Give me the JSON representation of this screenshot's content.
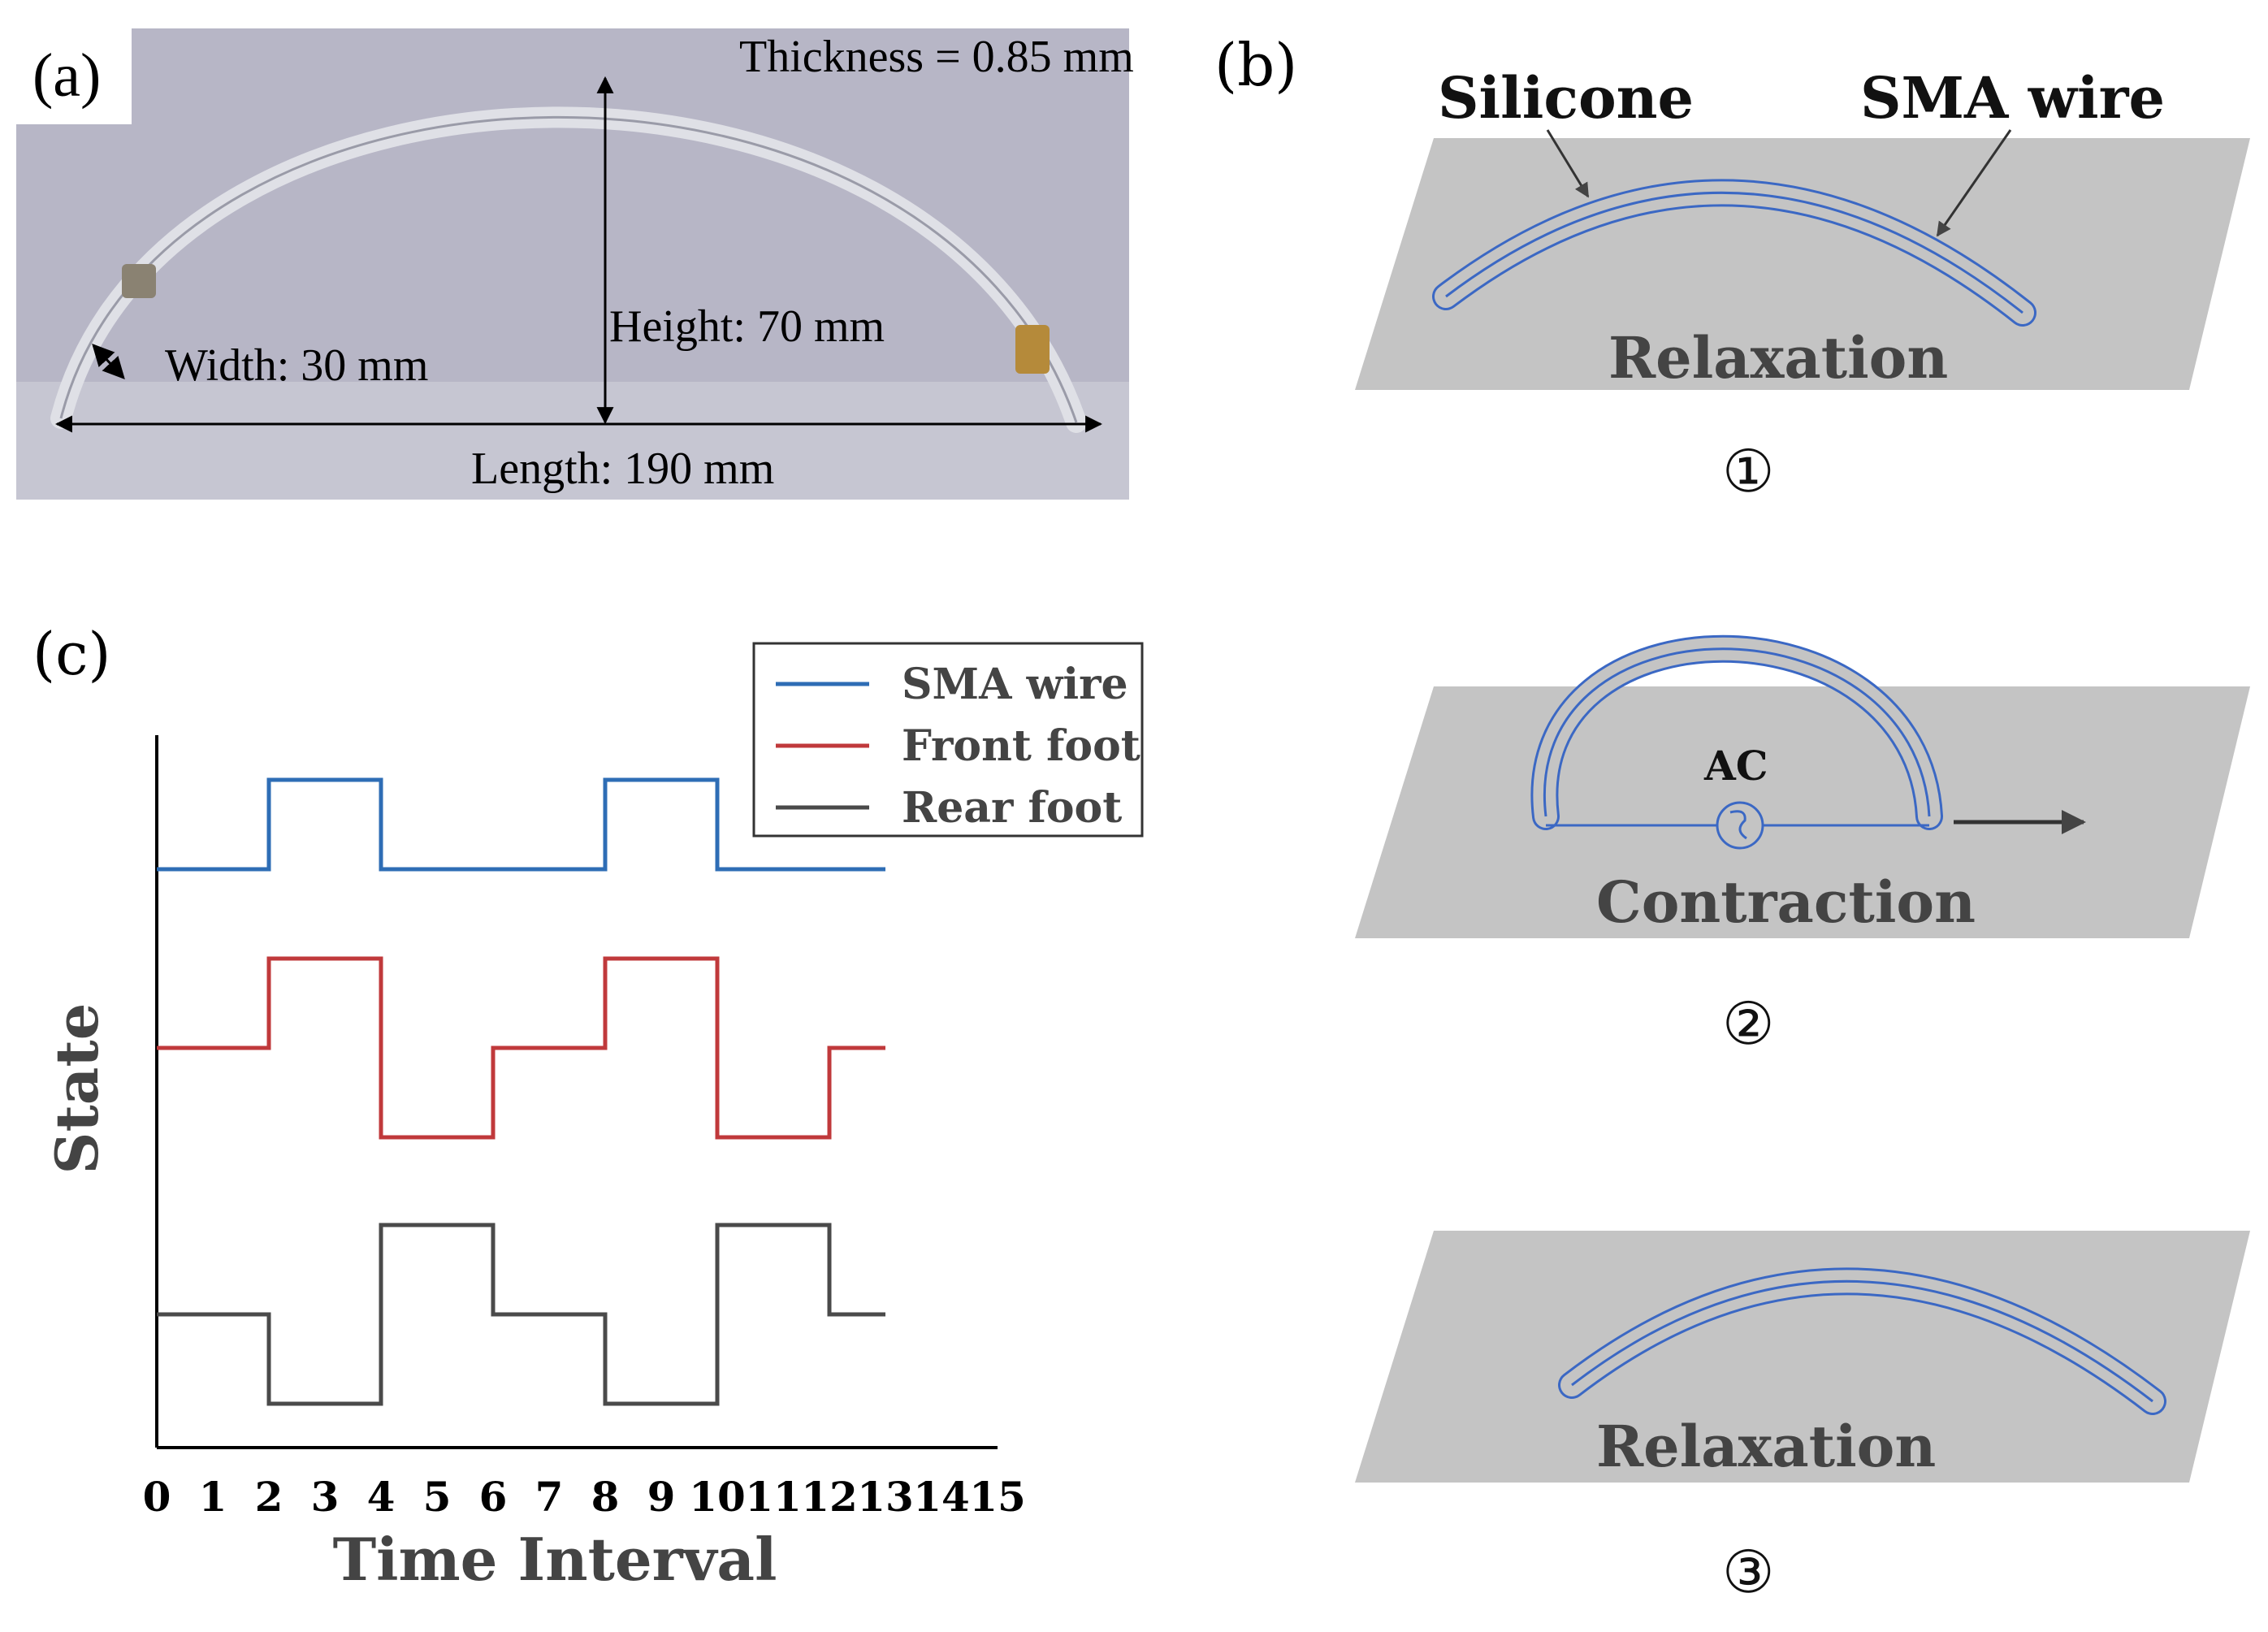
{
  "panels": {
    "a": {
      "label": "(a)",
      "thickness": "Thickness = 0.85 mm",
      "height": "Height: 70 mm",
      "width": "Width: 30 mm",
      "length": "Length: 190 mm"
    },
    "b": {
      "label": "(b)",
      "silicone": "Silicone",
      "sma_wire": "SMA wire",
      "ac": "AC",
      "steps": [
        {
          "caption": "Relaxation",
          "number": "①"
        },
        {
          "caption": "Contraction",
          "number": "②"
        },
        {
          "caption": "Relaxation",
          "number": "③"
        }
      ]
    },
    "c": {
      "label": "(c)"
    }
  },
  "colors": {
    "sma_wire": "#2e6db5",
    "front_foot": "#c0393b",
    "rear_foot": "#4a4a4a",
    "surface": "#c4c4c4",
    "actuator": "#3b68c4",
    "photo_bg": "#b7b6c6"
  },
  "chart_data": {
    "type": "line",
    "step": true,
    "xlabel": "Time Interval",
    "ylabel": "State",
    "xlim": [
      0,
      15
    ],
    "xticks": [
      0,
      1,
      2,
      3,
      4,
      5,
      6,
      7,
      8,
      9,
      10,
      11,
      12,
      13,
      14,
      15
    ],
    "legend_position": "top-right",
    "grid": false,
    "series": [
      {
        "name": "SMA wire",
        "color": "#2e6db5",
        "x": [
          0,
          2,
          2,
          4,
          4,
          8,
          8,
          10,
          10,
          13
        ],
        "y": [
          0,
          0,
          1,
          1,
          0,
          0,
          1,
          1,
          0,
          0
        ]
      },
      {
        "name": "Front foot",
        "color": "#c0393b",
        "x": [
          0,
          2,
          2,
          4,
          4,
          6,
          6,
          8,
          8,
          10,
          10,
          12,
          12,
          13
        ],
        "y": [
          0,
          0,
          1,
          1,
          -1,
          -1,
          0,
          0,
          1,
          1,
          -1,
          -1,
          0,
          0
        ]
      },
      {
        "name": "Rear foot",
        "color": "#4a4a4a",
        "x": [
          0,
          2,
          2,
          4,
          4,
          6,
          6,
          8,
          8,
          10,
          10,
          12,
          12,
          13
        ],
        "y": [
          0,
          0,
          -1,
          -1,
          1,
          1,
          0,
          0,
          -1,
          -1,
          1,
          1,
          0,
          0
        ]
      }
    ]
  }
}
